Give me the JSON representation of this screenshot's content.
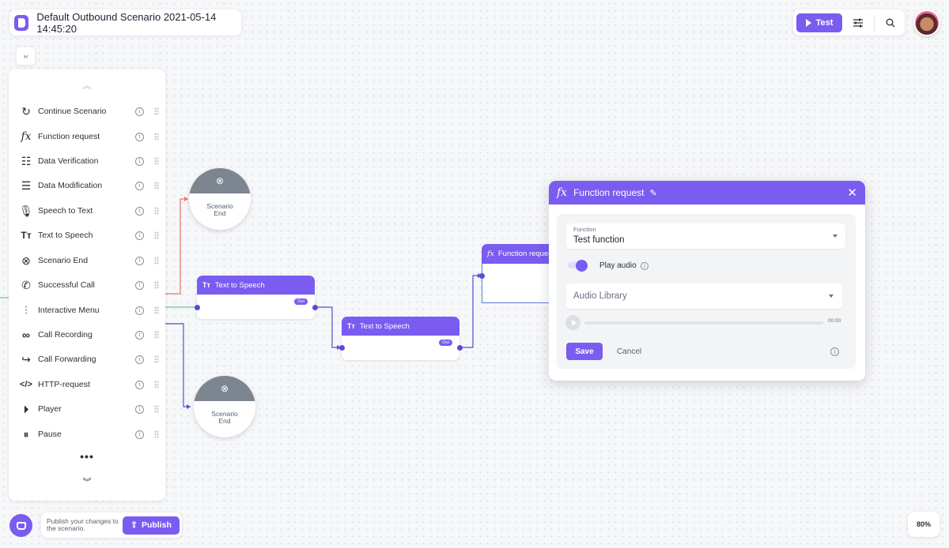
{
  "header": {
    "title": "Default Outbound Scenario 2021-05-14 14:45:20"
  },
  "toolbar": {
    "test_label": "Test"
  },
  "collapse": {
    "label": "›‹"
  },
  "palette": {
    "items": [
      {
        "label": "Continue Scenario",
        "icon": "continue-scenario-icon"
      },
      {
        "label": "Function request",
        "icon": "function-icon"
      },
      {
        "label": "Data Verification",
        "icon": "data-verification-icon"
      },
      {
        "label": "Data Modification",
        "icon": "data-modification-icon"
      },
      {
        "label": "Speech to Text",
        "icon": "speech-to-text-icon"
      },
      {
        "label": "Text to Speech",
        "icon": "text-to-speech-icon"
      },
      {
        "label": "Scenario End",
        "icon": "scenario-end-icon"
      },
      {
        "label": "Successful Call",
        "icon": "successful-call-icon"
      },
      {
        "label": "Interactive Menu",
        "icon": "interactive-menu-icon"
      },
      {
        "label": "Call Recording",
        "icon": "voicemail-icon"
      },
      {
        "label": "Call Forwarding",
        "icon": "call-forwarding-icon"
      },
      {
        "label": "HTTP-request",
        "icon": "code-icon"
      },
      {
        "label": "Player",
        "icon": "play-circle-icon"
      },
      {
        "label": "Pause",
        "icon": "pause-circle-icon"
      }
    ],
    "more_label": "•••"
  },
  "canvas": {
    "end_node_label": "Scenario End",
    "tts_title": "Text to Speech",
    "out_label": "Out",
    "fn_node_title": "Function request"
  },
  "modal": {
    "title": "Function request",
    "function_label": "Function",
    "function_value": "Test function",
    "play_audio_label": "Play audio",
    "audio_placeholder": "Audio Library",
    "time": "00:00",
    "save_label": "Save",
    "cancel_label": "Cancel"
  },
  "footer": {
    "publish_text": "Publish your changes to the scenario.",
    "publish_label": "Publish",
    "zoom": "80%"
  },
  "colors": {
    "accent": "#7a5cf0",
    "end_node": "#7c8590",
    "link_red": "#e8786a",
    "link_green": "#6cc58a",
    "link_purple": "#5b4ad6"
  }
}
